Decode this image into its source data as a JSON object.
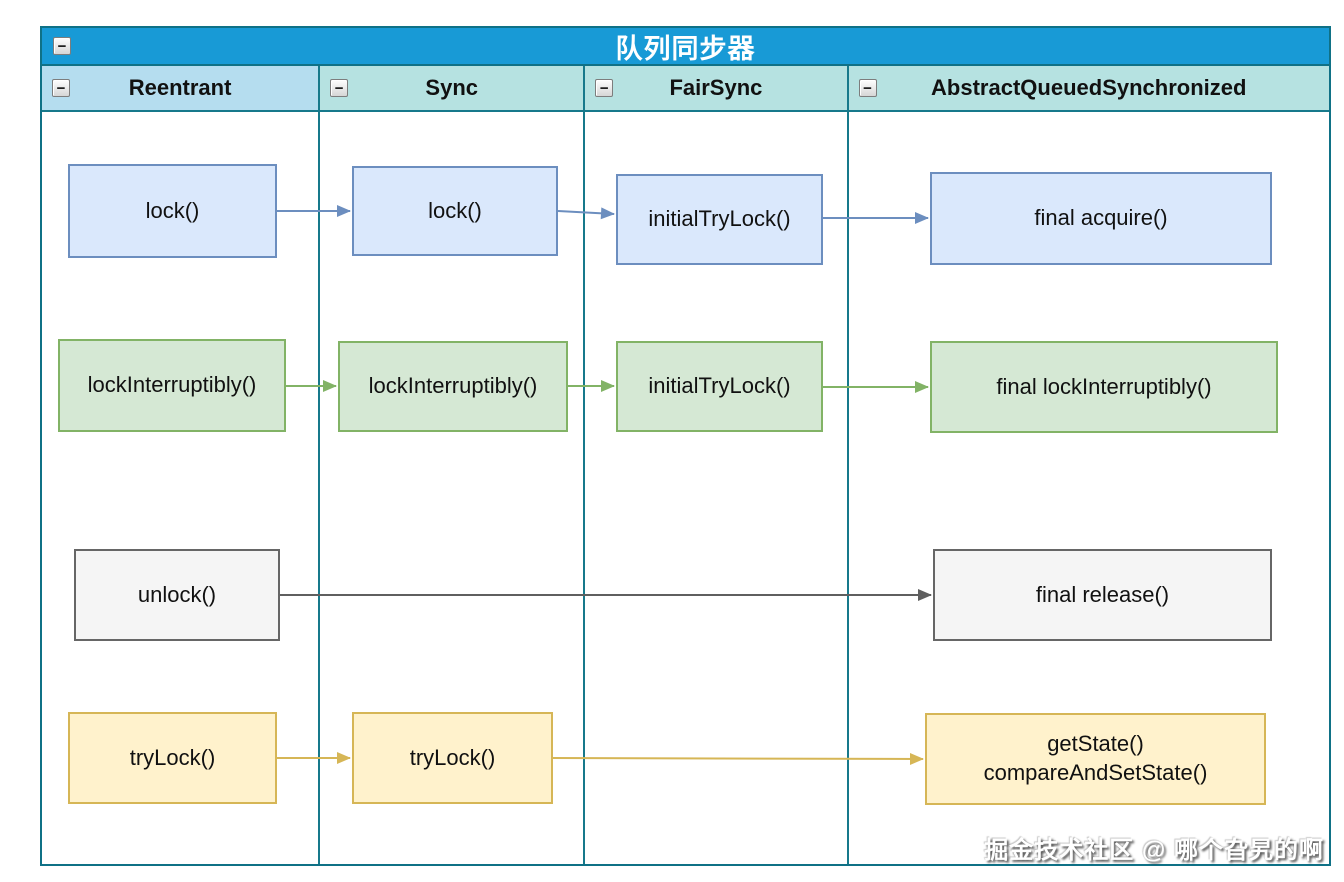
{
  "pool": {
    "title": "队列同步器"
  },
  "icons": {
    "minus_glyph": "−"
  },
  "lanes": [
    {
      "label": "Reentrant"
    },
    {
      "label": "Sync"
    },
    {
      "label": "FairSync"
    },
    {
      "label": "AbstractQueuedSynchronized"
    }
  ],
  "flows": {
    "lock": {
      "reentrant": "lock()",
      "sync": "lock()",
      "fairsync": "initialTryLock()",
      "aqs": "final acquire()"
    },
    "lock_interruptibly": {
      "reentrant": "lockInterruptibly()",
      "sync": "lockInterruptibly()",
      "fairsync": "initialTryLock()",
      "aqs": "final lockInterruptibly()"
    },
    "unlock": {
      "reentrant": "unlock()",
      "aqs": "final release()"
    },
    "try_lock": {
      "reentrant": "tryLock()",
      "sync": "tryLock()",
      "aqs_line1": "getState()",
      "aqs_line2": "compareAndSetState()"
    }
  },
  "colors": {
    "pool_title_bg": "#189ad6",
    "pool_border": "#0f7186",
    "lane_separator": "#17798b",
    "lane_header_first_bg": "#b5ddef",
    "lane_header_other_bg": "#b6e2e1",
    "blue_fill": "#dae8fc",
    "blue_stroke": "#6c8ebf",
    "green_fill": "#d5e8d4",
    "green_stroke": "#82b366",
    "gray_fill": "#f5f5f5",
    "gray_stroke": "#666666",
    "yellow_fill": "#fff2cc",
    "yellow_stroke": "#d6b656"
  },
  "watermark": "掘金技术社区 @ 哪个旮旯的啊"
}
